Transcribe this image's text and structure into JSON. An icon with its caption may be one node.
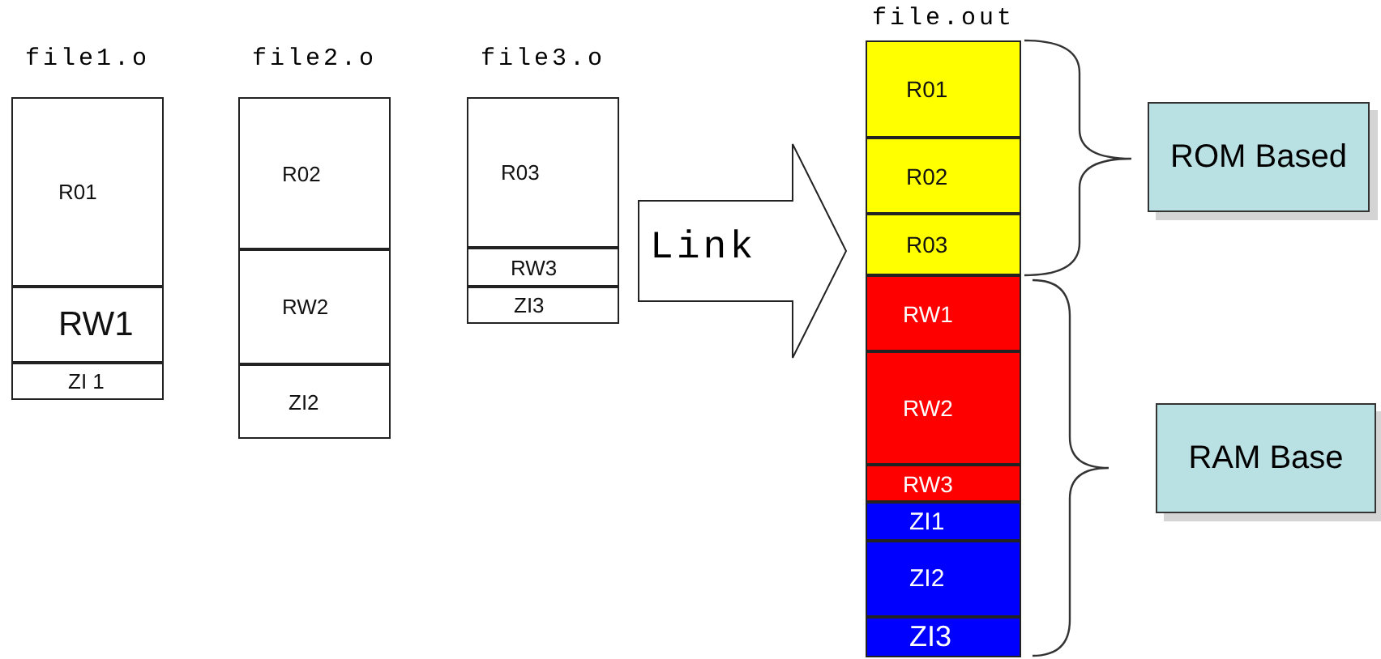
{
  "diagram": {
    "nodes": [
      {
        "text": [
          "file1.o"
        ]
      },
      {
        "text": [
          "R01"
        ],
        "in": 0
      },
      {
        "text": [
          "RW1"
        ],
        "in": 0
      },
      {
        "text": [
          "ZI 1"
        ],
        "in": 0
      },
      {
        "text": [
          "file2.o"
        ]
      },
      {
        "text": [
          "R02"
        ],
        "in": 4
      },
      {
        "text": [
          "RW2"
        ],
        "in": 4
      },
      {
        "text": [
          "ZI2"
        ],
        "in": 4
      },
      {
        "text": [
          "file3.o"
        ]
      },
      {
        "text": [
          "R03"
        ],
        "in": 8
      },
      {
        "text": [
          "RW3"
        ],
        "in": 8
      },
      {
        "text": [
          "ZI3"
        ],
        "in": 8
      },
      {
        "text": [
          "Link"
        ]
      },
      {
        "text": [
          "file.out"
        ]
      },
      {
        "text": [
          "R01"
        ],
        "in": 13
      },
      {
        "text": [
          "R02"
        ],
        "in": 13
      },
      {
        "text": [
          "R03"
        ],
        "in": 13
      },
      {
        "text": [
          "RW1"
        ],
        "in": 13
      },
      {
        "text": [
          "RW2"
        ],
        "in": 13
      },
      {
        "text": [
          "RW3"
        ],
        "in": 13
      },
      {
        "text": [
          "ZI1"
        ],
        "in": 13
      },
      {
        "text": [
          "ZI2"
        ],
        "in": 13
      },
      {
        "text": [
          "ZI3"
        ],
        "in": 13
      },
      {
        "text": [
          "ROM Based"
        ]
      },
      {
        "text": [
          "RAM Base"
        ]
      }
    ]
  }
}
